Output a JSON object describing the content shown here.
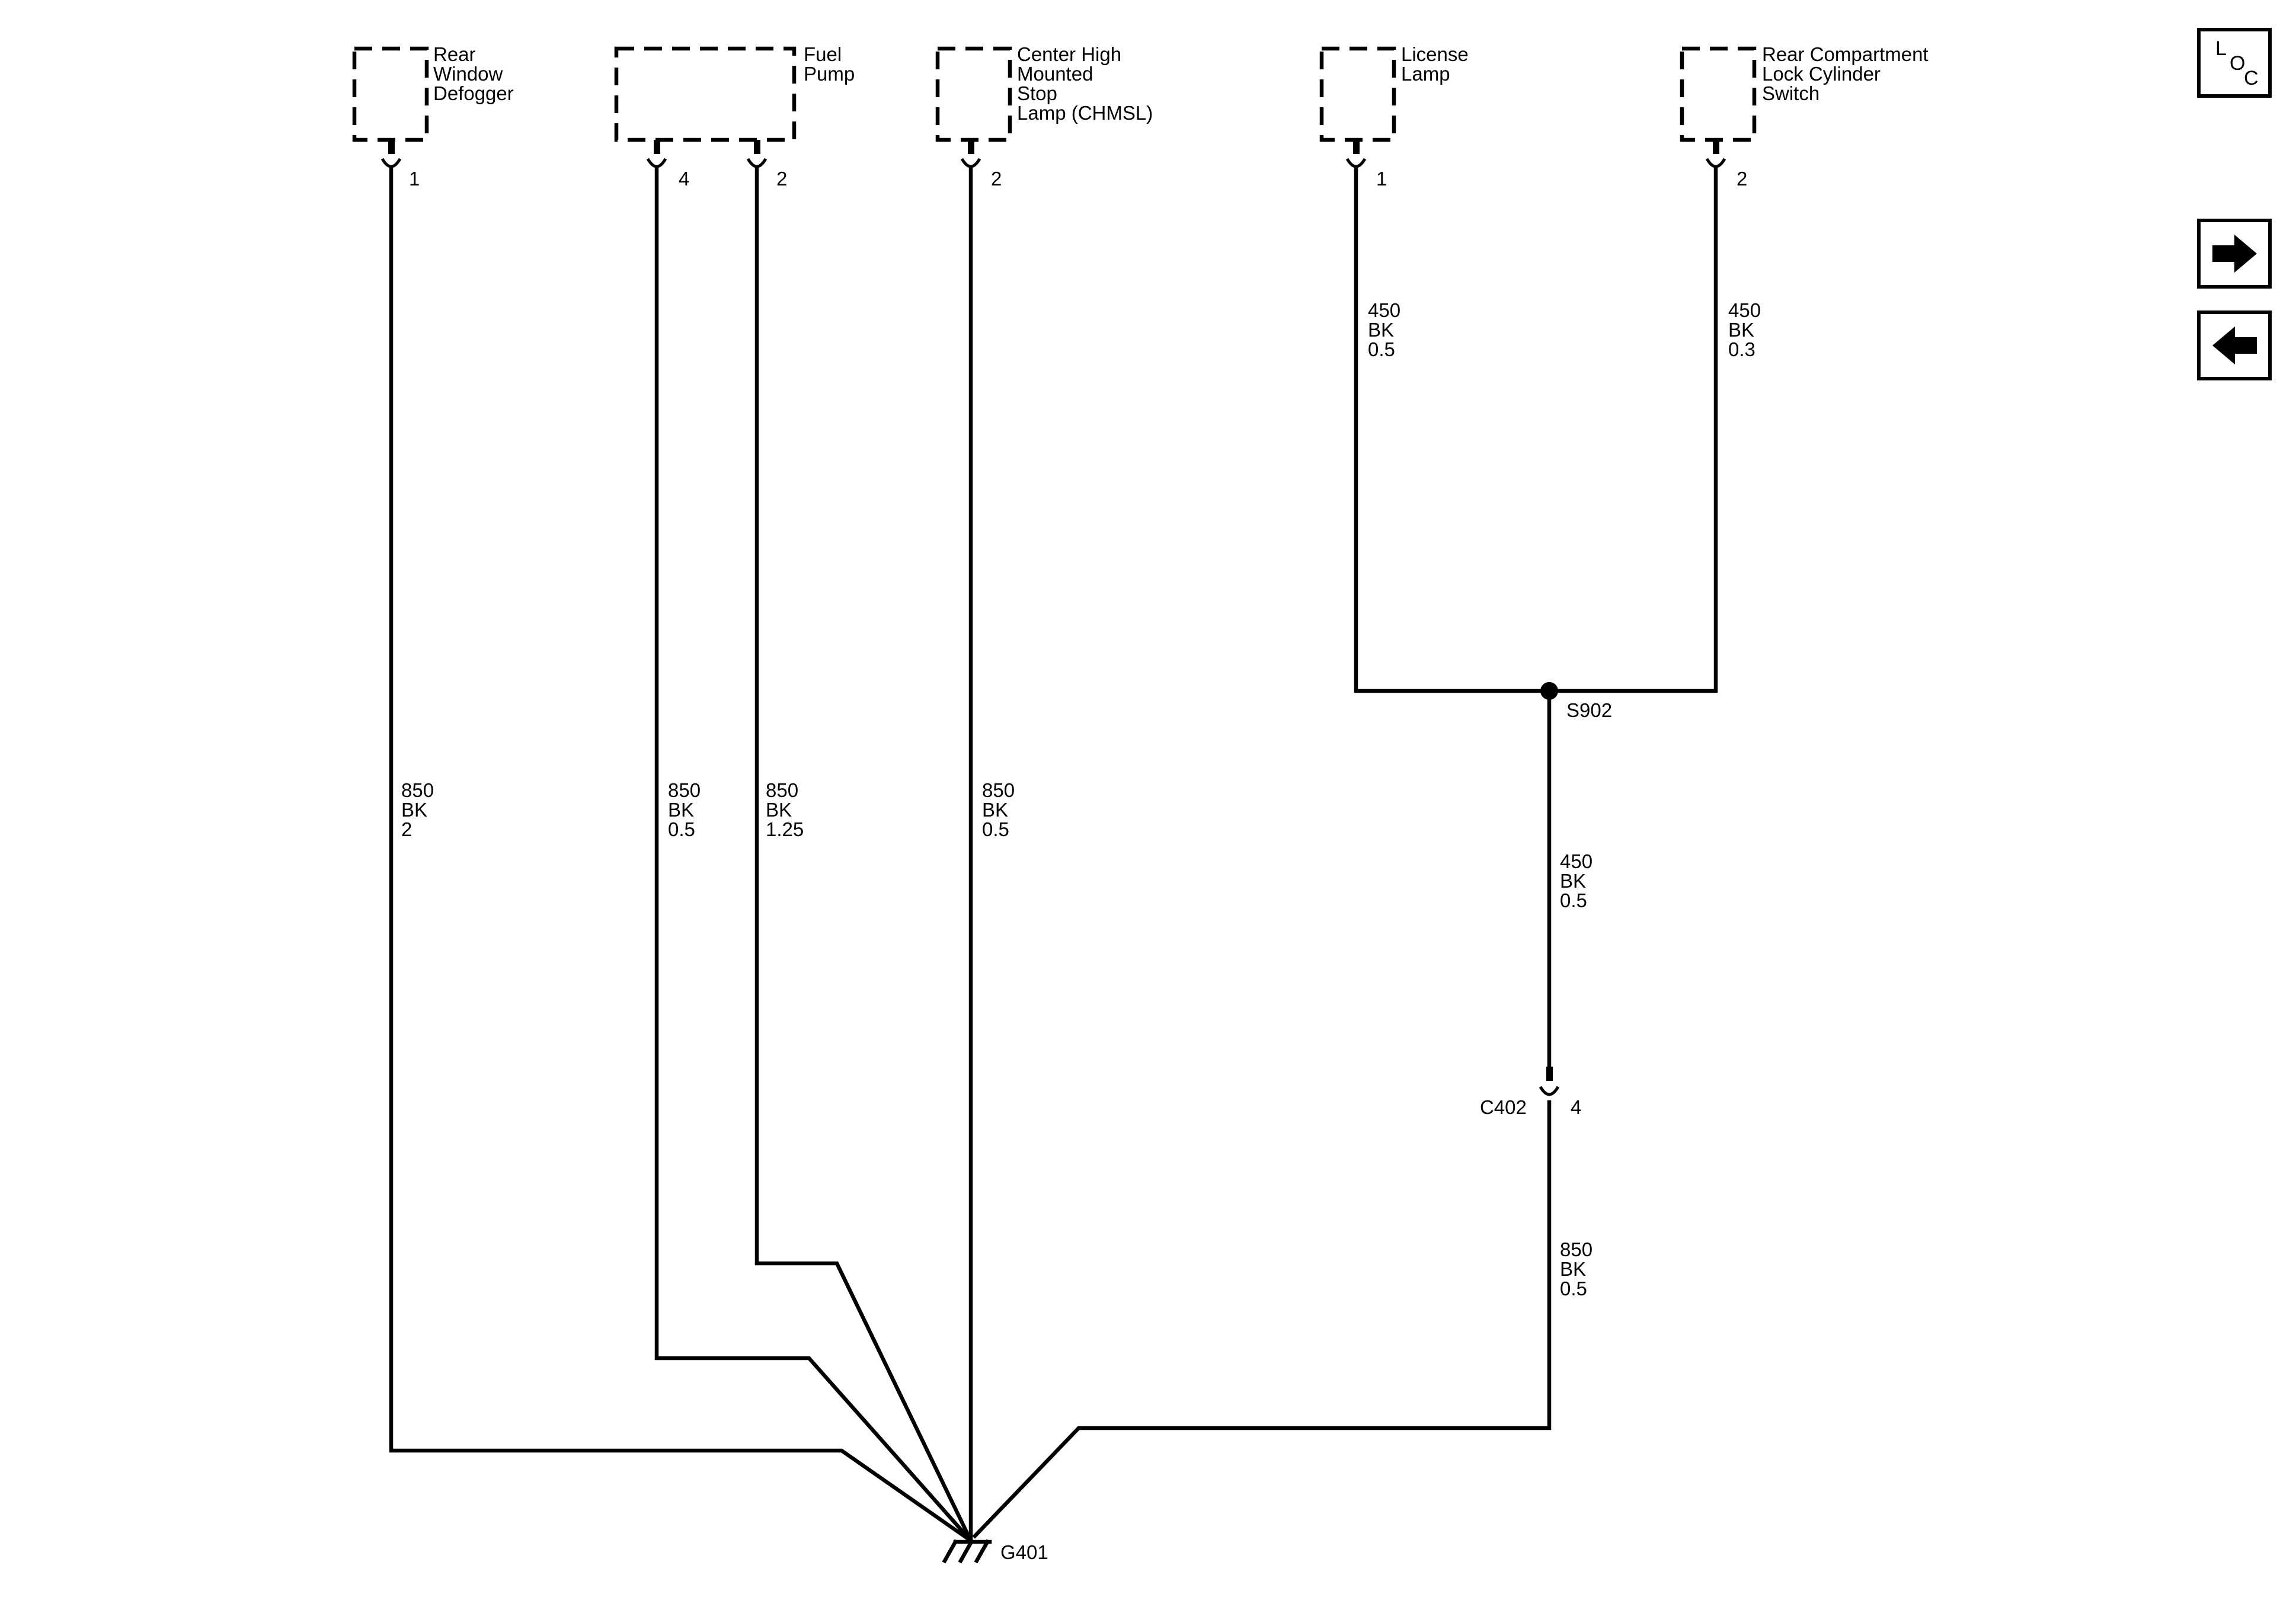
{
  "components": [
    {
      "id": "rear-window-defogger",
      "lines": [
        "Rear",
        "Window",
        "Defogger"
      ],
      "pins": [
        "1"
      ]
    },
    {
      "id": "fuel-pump",
      "lines": [
        "Fuel",
        "Pump"
      ],
      "pins": [
        "4",
        "2"
      ]
    },
    {
      "id": "chmsl",
      "lines": [
        "Center High",
        "Mounted",
        "Stop",
        "Lamp (CHMSL)"
      ],
      "pins": [
        "2"
      ]
    },
    {
      "id": "license-lamp",
      "lines": [
        "License",
        "Lamp"
      ],
      "pins": [
        "1"
      ]
    },
    {
      "id": "rear-compartment-lock-cylinder-switch",
      "lines": [
        "Rear Compartment",
        "Lock Cylinder",
        "Switch"
      ],
      "pins": [
        "2"
      ]
    }
  ],
  "wires": [
    {
      "id": "defogger-wire",
      "circuit": "850",
      "color": "BK",
      "size": "2"
    },
    {
      "id": "fuel-pump-4-wire",
      "circuit": "850",
      "color": "BK",
      "size": "0.5"
    },
    {
      "id": "fuel-pump-2-wire",
      "circuit": "850",
      "color": "BK",
      "size": "1.25"
    },
    {
      "id": "chmsl-wire",
      "circuit": "850",
      "color": "BK",
      "size": "0.5"
    },
    {
      "id": "license-lamp-wire",
      "circuit": "450",
      "color": "BK",
      "size": "0.5"
    },
    {
      "id": "lock-switch-wire",
      "circuit": "450",
      "color": "BK",
      "size": "0.3"
    },
    {
      "id": "splice-to-connector-wire",
      "circuit": "450",
      "color": "BK",
      "size": "0.5"
    },
    {
      "id": "connector-to-ground-wire",
      "circuit": "850",
      "color": "BK",
      "size": "0.5"
    }
  ],
  "splice": {
    "label": "S902"
  },
  "connector": {
    "label": "C402",
    "pin": "4"
  },
  "ground": {
    "label": "G401"
  },
  "nav": {
    "loc_letters": [
      "L",
      "O",
      "C"
    ],
    "forward_icon": "arrow-right-icon",
    "back_icon": "arrow-left-icon"
  }
}
